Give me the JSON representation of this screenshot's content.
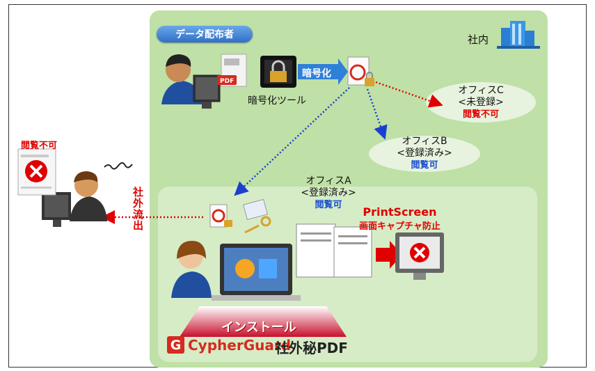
{
  "header": {
    "distributor_label": "データ配布者",
    "company_label": "社内"
  },
  "tool": {
    "label": "暗号化ツール",
    "arrow_label": "暗号化",
    "pdf_badge": "PDF"
  },
  "offices": {
    "c": {
      "name": "オフィスC",
      "status": "<未登録>",
      "access": "閲覧不可"
    },
    "b": {
      "name": "オフィスB",
      "status": "<登録済み>",
      "access": "閲覧可"
    },
    "a": {
      "name": "オフィスA",
      "status": "<登録済み>",
      "access": "閲覧可"
    }
  },
  "external": {
    "access": "閲覧不可",
    "leak_label": "社外流出"
  },
  "printscreen": {
    "line1": "PrintScreen",
    "line2": "画面キャプチャ防止"
  },
  "install": {
    "label": "インストール"
  },
  "logo": {
    "mark": "G",
    "name": "CypherGuard",
    "suffix": "社外秘PDF"
  },
  "colors": {
    "accent_red": "#e00000",
    "accent_blue": "#1a4fd0",
    "bg_green": "#bfe0a6"
  }
}
